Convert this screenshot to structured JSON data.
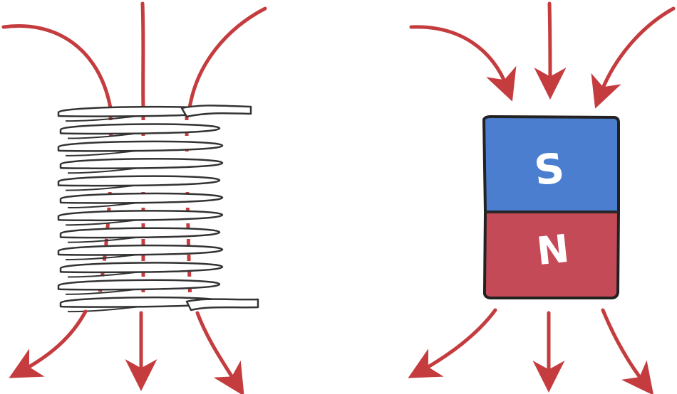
{
  "colors": {
    "arrow": "#c53c3f",
    "magnet_south": "#4c7ed0",
    "magnet_north": "#c44a57",
    "outline": "#222222",
    "coil_wire": "#333333",
    "coil_fill": "#ffffff"
  },
  "magnet": {
    "south_label": "S",
    "north_label": "N"
  },
  "coil": {
    "turns": 12
  }
}
